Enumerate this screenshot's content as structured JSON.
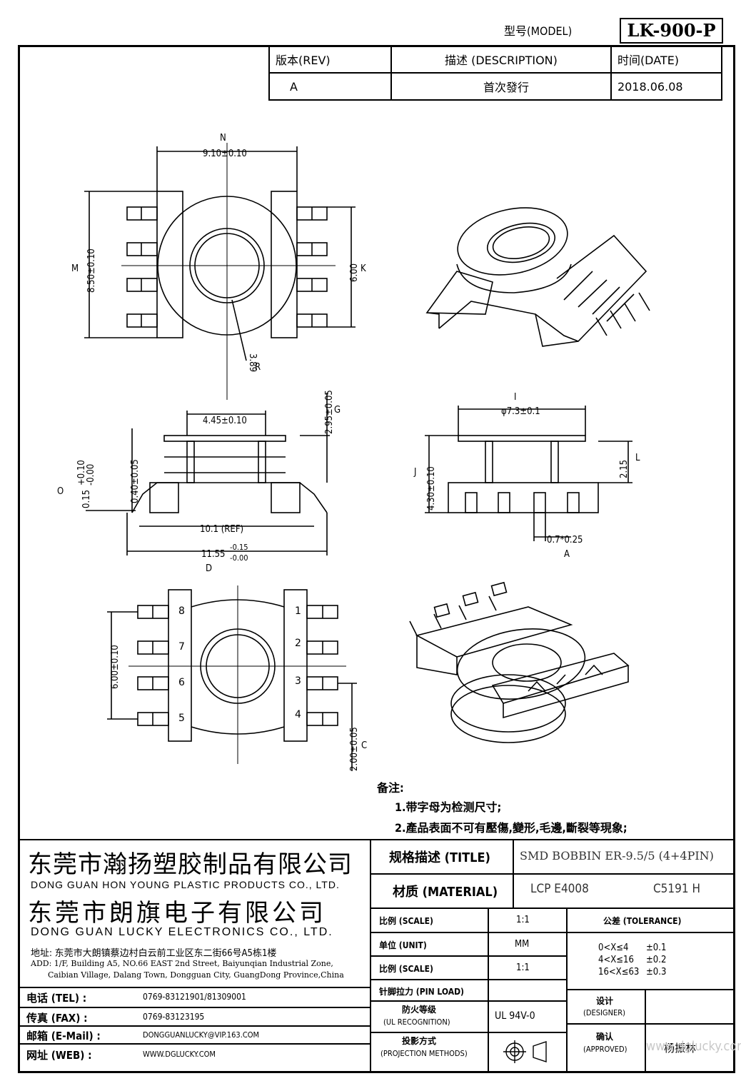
{
  "header": {
    "model_label": "型号(MODEL)",
    "model_value": "LK-900-P"
  },
  "revision": {
    "col_rev": "版本(REV)",
    "col_desc": "描述 (DESCRIPTION)",
    "col_date": "时间(DATE)",
    "rows": [
      {
        "rev": "A",
        "desc": "首次發行",
        "date": "2018.06.08"
      }
    ]
  },
  "drawing": {
    "dims": {
      "n_label": "N",
      "n_value": "9.10±0.10",
      "m_label": "M",
      "m_value": "8.50±0.10",
      "k_label": "K",
      "k_value": "6.00",
      "r_label": "R",
      "r_value": "3.89",
      "g_label": "G",
      "g_value": "2.95±0.05",
      "w445": "4.45±0.10",
      "w040": "0.40±0.05",
      "o_label": "O",
      "o_value": "0.15",
      "o_tol_plus": "+0.10",
      "o_tol_minus": "-0.00",
      "ref_value": "10.1 (REF)",
      "d_label": "D",
      "d_value": "11.55",
      "d_tol_minus": "-0.15",
      "d_tol_zero": "-0.00",
      "i_label": "I",
      "i_value": "φ7.3±0.1",
      "j_label": "J",
      "j_value": "4.30±0.10",
      "l_label": "L",
      "l_value": "2.15",
      "a_label": "A",
      "a_value": "0.7*0.25",
      "h_value": "6.00±0.10",
      "c_label": "C",
      "c_value": "2.00±0.05"
    },
    "pins_right": [
      "1",
      "2",
      "3",
      "4"
    ],
    "pins_left": [
      "8",
      "7",
      "6",
      "5"
    ]
  },
  "notes": {
    "title": "备注:",
    "items": [
      "1.带字母为检测尺寸;",
      "2.產品表面不可有壓傷,變形,毛邊,斷裂等現象;"
    ]
  },
  "company": {
    "name_cn_1": "东莞市瀚扬塑胶制品有限公司",
    "name_en_1": "DONG GUAN HON YOUNG PLASTIC PRODUCTS CO., LTD.",
    "name_cn_2": "东莞市朗旗电子有限公司",
    "name_en_2": "DONG GUAN LUCKY ELECTRONICS CO., LTD.",
    "address_cn": "地址: 东莞市大朗镇蔡边村白云前工业区东二街66号A5栋1楼",
    "address_en_1": "ADD: 1/F, Building A5, NO.66 EAST 2nd Street, Baiyunqian Industrial Zone,",
    "address_en_2": "Caibian Village, Dalang Town, Dongguan City, GuangDong Province,China",
    "tel_label": "电话 (TEL) :",
    "tel": "0769-83121901/81309001",
    "fax_label": "传真 (FAX) :",
    "fax": "0769-83123195",
    "email_label": "邮箱 (E-Mail) :",
    "email": "DONGGUANLUCKY@VIP.163.COM",
    "web_label": "网址 (WEB) :",
    "web": "WWW.DGLUCKY.COM"
  },
  "spec": {
    "title_label": "规格描述 (TITLE)",
    "title_value": "SMD BOBBIN ER-9.5/5 (4+4PIN)",
    "material_label": "材质 (MATERIAL)",
    "material_value_1": "LCP E4008",
    "material_value_2": "C5191 H",
    "scale_label": "比例 (SCALE)",
    "scale_value": "1:1",
    "unit_label": "单位 (UNIT)",
    "unit_value": "MM",
    "scale2_label": "比例 (SCALE)",
    "scale2_value": "1:1",
    "pinload_label": "针脚拉力 (PIN LOAD)",
    "fire_label_1": "防火等级",
    "fire_label_2": "(UL RECOGNITION)",
    "fire_value": "UL 94V-0",
    "proj_label_1": "投影方式",
    "proj_label_2": "(PROJECTION METHODS)",
    "tol_label": "公差 (TOLERANCE)",
    "tol_rows": [
      {
        "range": "0<X≤4",
        "tol": "±0.1"
      },
      {
        "range": "4<X≤16",
        "tol": "±0.2"
      },
      {
        "range": "16<X≤63",
        "tol": "±0.3"
      }
    ],
    "designer_label_1": "设计",
    "designer_label_2": "(DESIGNER)",
    "approved_label_1": "确认",
    "approved_label_2": "(APPROVED)",
    "approved_value": "杨振林"
  },
  "watermark": "www.dglucky.com"
}
